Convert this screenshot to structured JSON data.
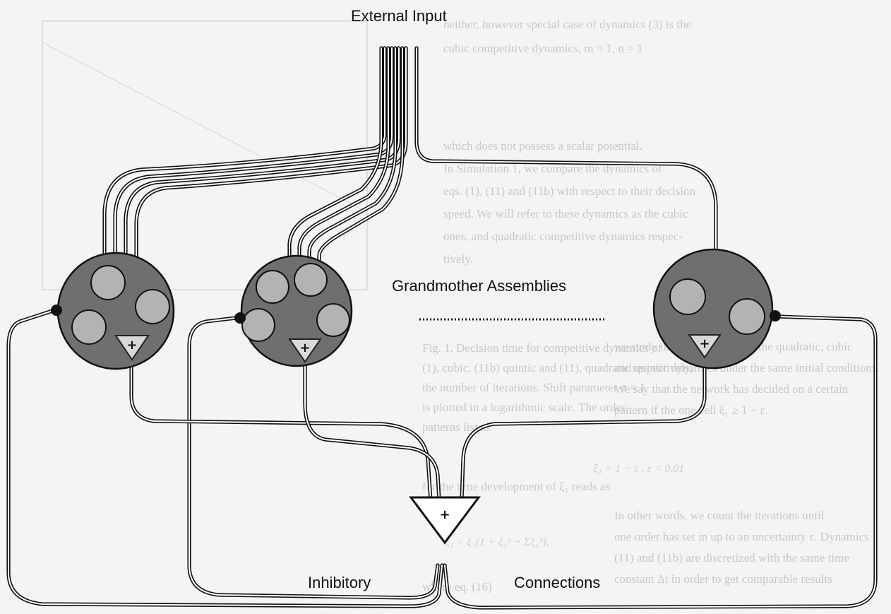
{
  "diagram": {
    "labels": {
      "external_input": "External Input",
      "grandmother_assemblies": "Grandmother Assemblies",
      "inhibitory": "Inhibitory",
      "connections": "Connections"
    },
    "unit_signs": {
      "assembly_unit": "+",
      "output_unit": "+"
    }
  },
  "background_page": {
    "lines": [
      "neither, however special case of dynamics (3) is the",
      "cubic competitive dynamics, m = 1, n = 1",
      "which does not possess a scalar potential.",
      "In Simulation 1, we compare the dynamics of",
      "eqs. (1), (11) and (11b) with respect to their decision",
      "speed. We will refer to these dynamics as the cubic",
      "ones, and quadratic competitive dynamics respec-",
      "tively.",
      "we study the decision time of the quadratic, cubic",
      "and quintic dynamics under the same initial conditions.",
      "We say that the network has decided on a certain",
      "pattern if the one cell ξ₁ ≥ 1 − ε.",
      "ξ₁ = 1 − ε ,     ε = 0.01",
      "In other words, we count the iterations until",
      "one order has set in up to an uncertainty ε. Dynamics",
      "(11) and (11b) are discretized with the same time",
      "constant Δt in order to get comparable results",
      "Fig. 1. Decision time for competitive dynamics of",
      "(1), cubic, (11b) quintic and (11), quadratic respectively,",
      "the number of iterations. Shift parameter α = 1",
      "is plotted in a logarithmic scale. The order",
      "patterns listed.",
      "for the time development of ξ₁ reads as",
      "ξ₁ = ξ₁(1 + ξ₁² − Σξ₁³),",
      "where eq. (16)"
    ]
  }
}
